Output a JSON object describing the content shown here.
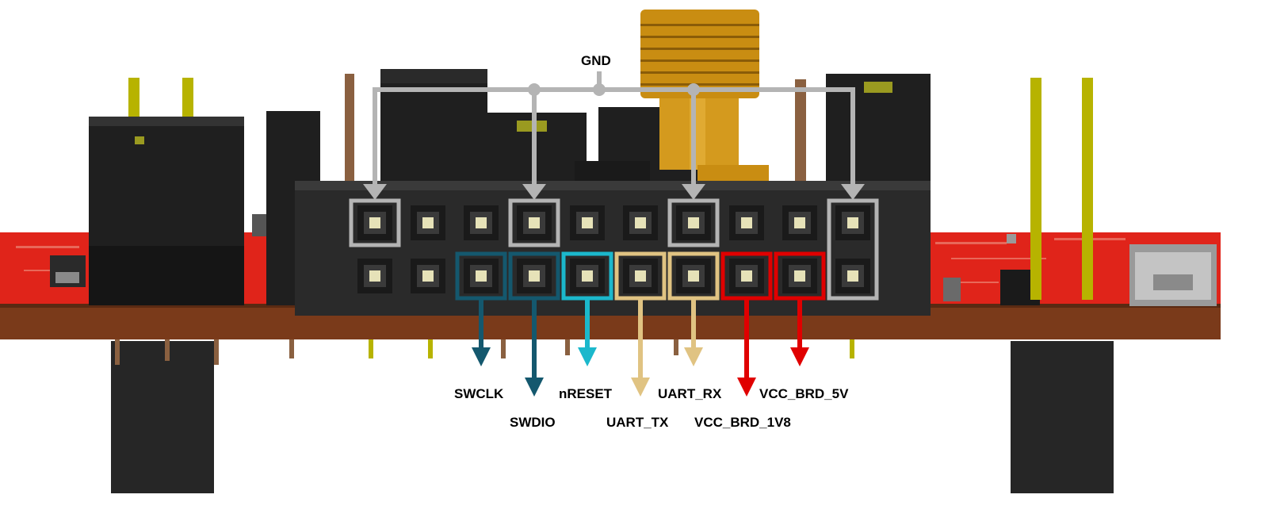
{
  "labels": {
    "gnd": "GND",
    "swclk": "SWCLK",
    "swdio": "SWDIO",
    "nreset": "nRESET",
    "uart_tx": "UART_TX",
    "uart_rx": "UART_RX",
    "vcc_1v8": "VCC_BRD_1V8",
    "vcc_5v": "VCC_BRD_5V"
  },
  "colors": {
    "pcb_red": "#e0241a",
    "pcb_edge": "#7a3a1a",
    "plastic": "#232323",
    "gnd_line": "#b4b4b4",
    "swd": "#14586e",
    "nreset": "#1bb8cc",
    "uart": "#e0c382",
    "power": "#e00000",
    "sma_gold": "#c98d12",
    "pin_yellow": "#b7b300",
    "pin_brown": "#8a6040"
  },
  "connector": {
    "rows": 2,
    "columns": 10,
    "pin_groups": {
      "gnd": [
        [
          0,
          0
        ],
        [
          0,
          3
        ],
        [
          0,
          6
        ],
        [
          0,
          9
        ],
        [
          1,
          9
        ]
      ],
      "swd": [
        [
          1,
          2
        ],
        [
          1,
          3
        ]
      ],
      "nreset": [
        [
          1,
          4
        ]
      ],
      "uart": [
        [
          1,
          5
        ],
        [
          1,
          6
        ]
      ],
      "power": [
        [
          1,
          7
        ],
        [
          1,
          8
        ]
      ]
    }
  }
}
